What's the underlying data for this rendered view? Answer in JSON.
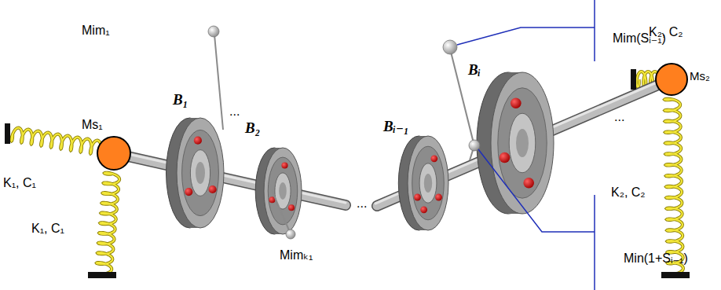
{
  "diagram": {
    "labels": [
      "Mim₁",
      "Mim(Sᵢ₋₁)",
      "Bᵢ",
      "K₂, C₂",
      "Ms₂",
      "Ms₁",
      "B₁",
      "...",
      "B₂",
      "Bᵢ₋₁",
      "...",
      "K₁, C₁",
      "K₂, C₂",
      "...",
      "K₁, C₁",
      "Mimₖ₁",
      "Min(1+Sᵢ₋₁)"
    ]
  }
}
